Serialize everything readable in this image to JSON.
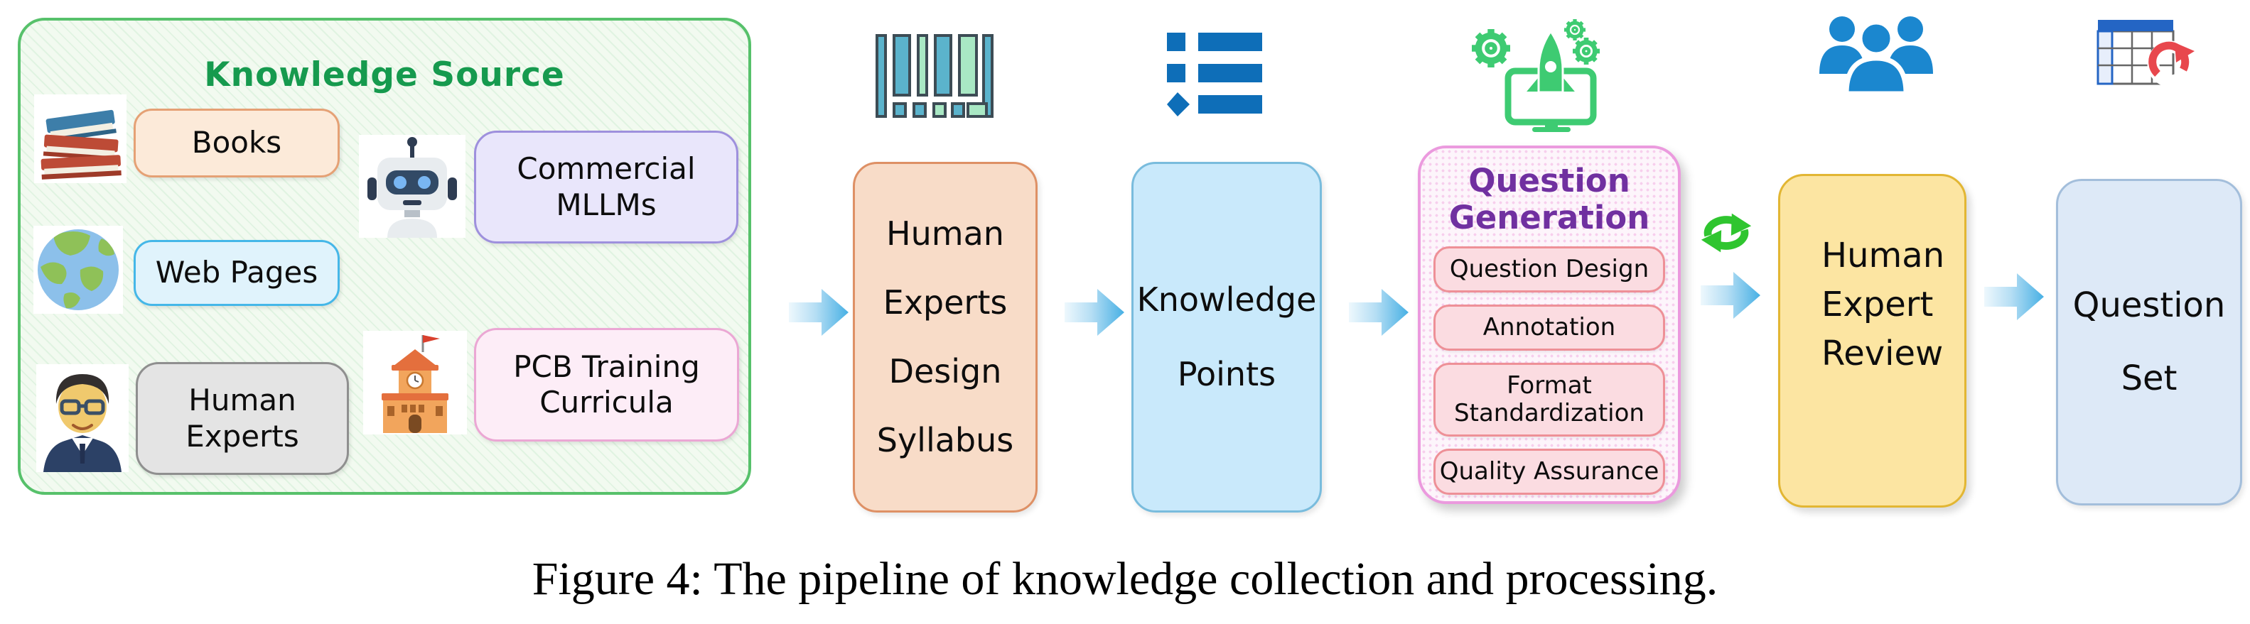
{
  "caption": "Figure 4: The pipeline of knowledge collection and processing.",
  "knowledge_source": {
    "title": "Knowledge Source",
    "items": [
      {
        "label": "Books",
        "icon": "books-icon"
      },
      {
        "label": "Commercial MLLMs",
        "icon": "robot-icon"
      },
      {
        "label": "Web Pages",
        "icon": "globe-icon"
      },
      {
        "label": "Human Experts",
        "icon": "human-expert-icon"
      },
      {
        "label": "PCB Training Curricula",
        "icon": "school-icon"
      }
    ]
  },
  "pipeline": {
    "syllabus": {
      "icon": "barcode-icon",
      "lines": [
        "Human",
        "Experts",
        "Design",
        "Syllabus"
      ]
    },
    "knowledge_points": {
      "icon": "list-icon",
      "lines": [
        "Knowledge",
        "Points"
      ]
    },
    "question_generation": {
      "icon": "automation-icon",
      "title": "Question Generation",
      "steps": [
        "Question Design",
        "Annotation",
        "Format Standardization",
        "Quality Assurance"
      ]
    },
    "human_expert_review": {
      "icon": "people-icon",
      "lines": [
        "Human",
        "Expert",
        "Review"
      ]
    },
    "question_set": {
      "icon": "table-refresh-icon",
      "lines": [
        "Question",
        "Set"
      ]
    }
  },
  "colors": {
    "panel_border_green": "#57c16b",
    "panel_title_green": "#169a4e",
    "arrow_blue": "#47b0e4",
    "qg_title_purple": "#7030a0",
    "qg_border_pink": "#eb9ade",
    "cycle_green": "#2fc52f",
    "people_blue": "#1b87cf",
    "refresh_red": "#e8474d",
    "barcode_teal": "#5bb3cc",
    "barcode_green": "#a9e8c4",
    "list_blue": "#0e6eb8"
  }
}
